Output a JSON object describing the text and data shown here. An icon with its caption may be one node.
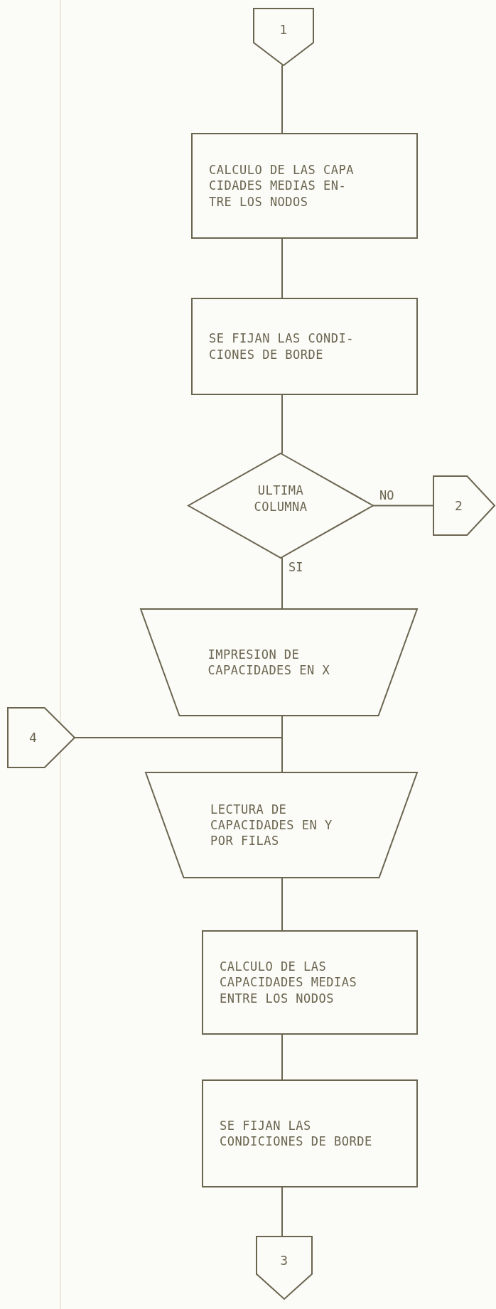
{
  "diagram": {
    "nodes": [
      {
        "text": [
          "1"
        ]
      },
      {
        "text": [
          "CALCULO DE LAS CAPA CIDADES MEDIAS EN- TRE LOS NODOS"
        ]
      },
      {
        "text": [
          "SE FIJAN LAS CONDI- CIONES DE BORDE"
        ]
      },
      {
        "text": [
          "ULTIMA COLUMNA"
        ]
      },
      {
        "text": [
          "2"
        ]
      },
      {
        "text": [
          "IMPRESION DE CAPACIDADES EN X"
        ]
      },
      {
        "text": [
          "4"
        ]
      },
      {
        "text": [
          "LECTURA DE CAPACIDADES EN Y POR FILAS"
        ]
      },
      {
        "text": [
          "CALCULO DE LAS CAPACIDADES MEDIAS ENTRE LOS NODOS"
        ]
      },
      {
        "text": [
          "SE FIJAN LAS CONDICIONES DE BORDE"
        ]
      },
      {
        "text": [
          "3"
        ]
      }
    ],
    "edges": [
      {
        "from": 0,
        "to": 1,
        "arrow": "none"
      },
      {
        "from": 1,
        "to": 2,
        "arrow": "none"
      },
      {
        "from": 2,
        "to": 3,
        "arrow": "none"
      },
      {
        "from": 3,
        "to": 4,
        "arrow": "none",
        "label": "NO"
      },
      {
        "from": 3,
        "to": 5,
        "arrow": "none",
        "label": "SI"
      },
      {
        "from": 5,
        "to": 7,
        "arrow": "none"
      },
      {
        "from": 6,
        "to": 7,
        "arrow": "none"
      },
      {
        "from": 7,
        "to": 8,
        "arrow": "none"
      },
      {
        "from": 8,
        "to": 9,
        "arrow": "none"
      },
      {
        "from": 9,
        "to": 10,
        "arrow": "none"
      }
    ]
  }
}
